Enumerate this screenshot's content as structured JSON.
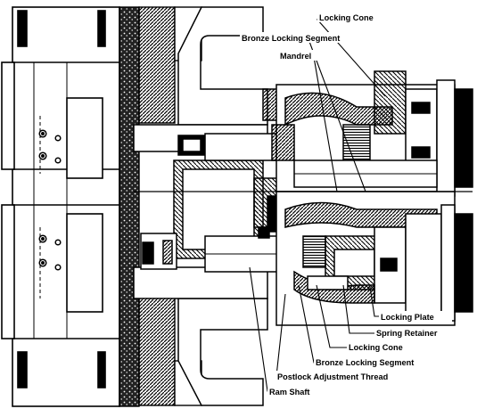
{
  "labels": {
    "locking_cone_top": "Locking Cone",
    "bronze_segment_top": "Bronze Locking Segment",
    "mandrel": "Mandrel",
    "locking_plate": "Locking Plate",
    "spring_retainer": "Spring Retainer",
    "locking_cone_bottom": "Locking Cone",
    "bronze_segment_bottom": "Bronze Locking Segment",
    "postlock_thread": "Postlock Adjustment Thread",
    "ram_shaft": "Ram Shaft"
  },
  "colors": {
    "ink": "#000000",
    "paper": "#ffffff",
    "hatch": "#1a1a1a"
  }
}
